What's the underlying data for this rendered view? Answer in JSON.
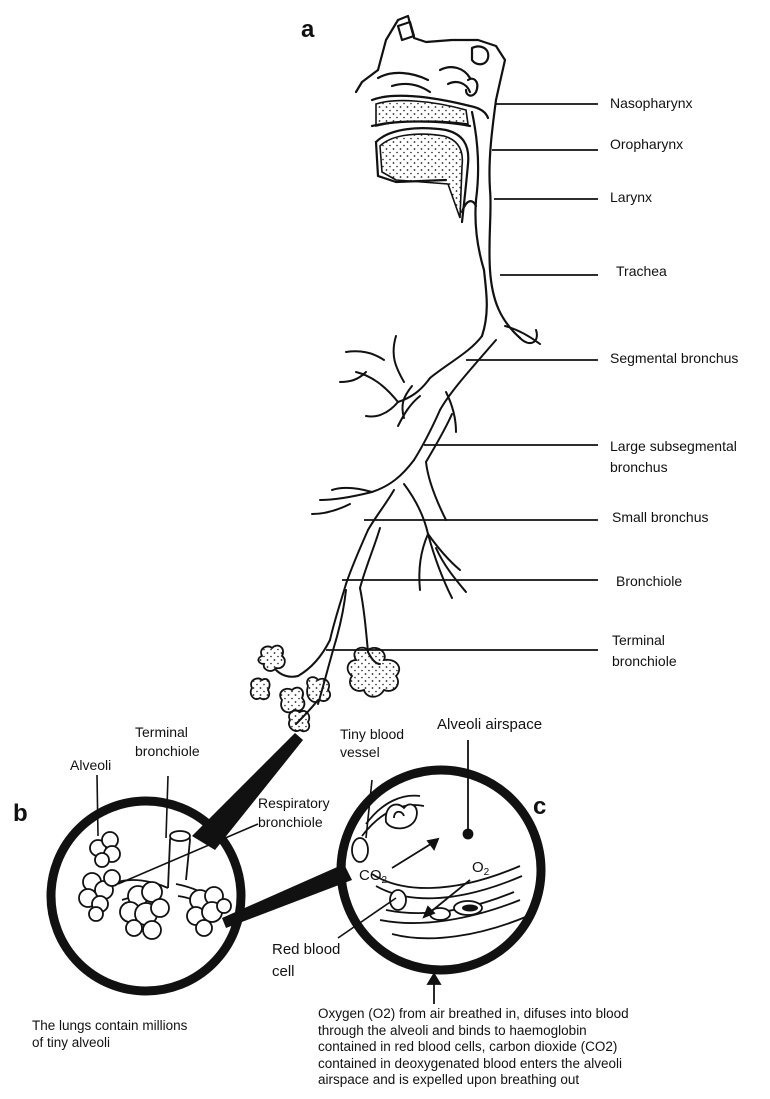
{
  "panels": {
    "a": "a",
    "b": "b",
    "c": "c"
  },
  "airway_labels": {
    "nasopharynx": "Nasopharynx",
    "oropharynx": "Oropharynx",
    "larynx": "Larynx",
    "trachea": "Trachea",
    "segmental_bronchus": "Segmental bronchus",
    "large_subsegmental_1": "Large subsegmental",
    "large_subsegmental_2": "bronchus",
    "small_bronchus": "Small bronchus",
    "bronchiole": "Bronchiole",
    "terminal_bronchiole_1": "Terminal",
    "terminal_bronchiole_2": "bronchiole"
  },
  "panel_b": {
    "terminal_bronchiole_1": "Terminal",
    "terminal_bronchiole_2": "bronchiole",
    "alveoli": "Alveoli",
    "respiratory_bronchiole_1": "Respiratory",
    "respiratory_bronchiole_2": "bronchiole",
    "caption_1": "The lungs contain millions",
    "caption_2": "of tiny alveoli"
  },
  "panel_c": {
    "tiny_blood_vessel_1": "Tiny blood",
    "tiny_blood_vessel_2": "vessel",
    "alveoli_airspace": "Alveoli airspace",
    "co2_main": "CO",
    "co2_sub": "2",
    "o2_main": "O",
    "o2_sub": "2",
    "red_blood_cell_1": "Red blood",
    "red_blood_cell_2": "cell",
    "caption_lines": [
      "Oxygen (O2) from air breathed in, difuses into blood",
      "through the alveoli and binds to haemoglobin",
      "contained in red blood cells, carbon dioxide (CO2)",
      "contained in deoxygenated blood enters the alveoli",
      "airspace and is expelled upon breathing out"
    ]
  }
}
